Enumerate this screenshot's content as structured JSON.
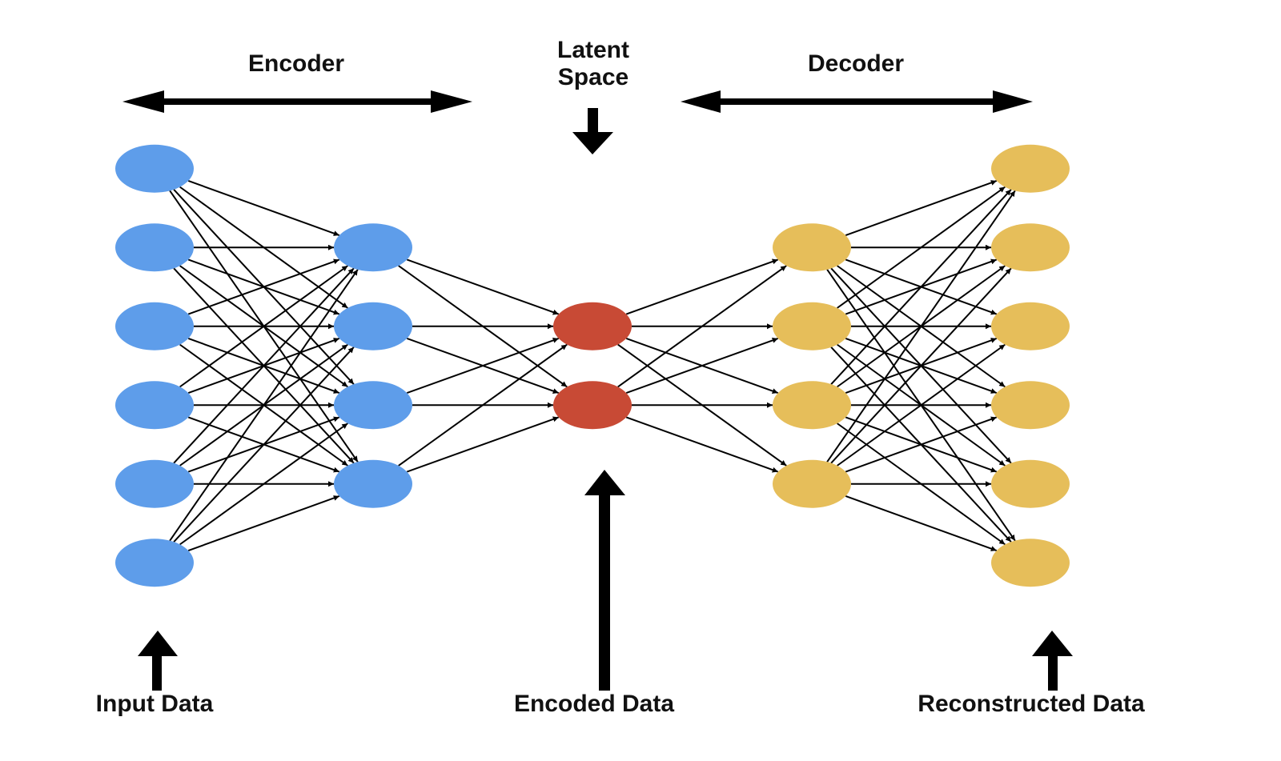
{
  "title_labels": {
    "encoder": "Encoder",
    "latent_line1": "Latent",
    "latent_line2": "Space",
    "decoder": "Decoder"
  },
  "bottom_labels": {
    "input": "Input Data",
    "encoded": "Encoded Data",
    "reconstructed": "Reconstructed Data"
  },
  "colors": {
    "encoder_node": "#5e9dea",
    "latent_node": "#c84a35",
    "decoder_node": "#e6be5a",
    "edge": "#000000"
  },
  "layers": [
    {
      "name": "input-layer",
      "nodes": 6,
      "role": "encoder"
    },
    {
      "name": "encoder-hidden-layer",
      "nodes": 4,
      "role": "encoder"
    },
    {
      "name": "latent-layer",
      "nodes": 2,
      "role": "latent"
    },
    {
      "name": "decoder-hidden-layer",
      "nodes": 4,
      "role": "decoder"
    },
    {
      "name": "output-layer",
      "nodes": 6,
      "role": "decoder"
    }
  ],
  "connectivity": "fully-connected"
}
